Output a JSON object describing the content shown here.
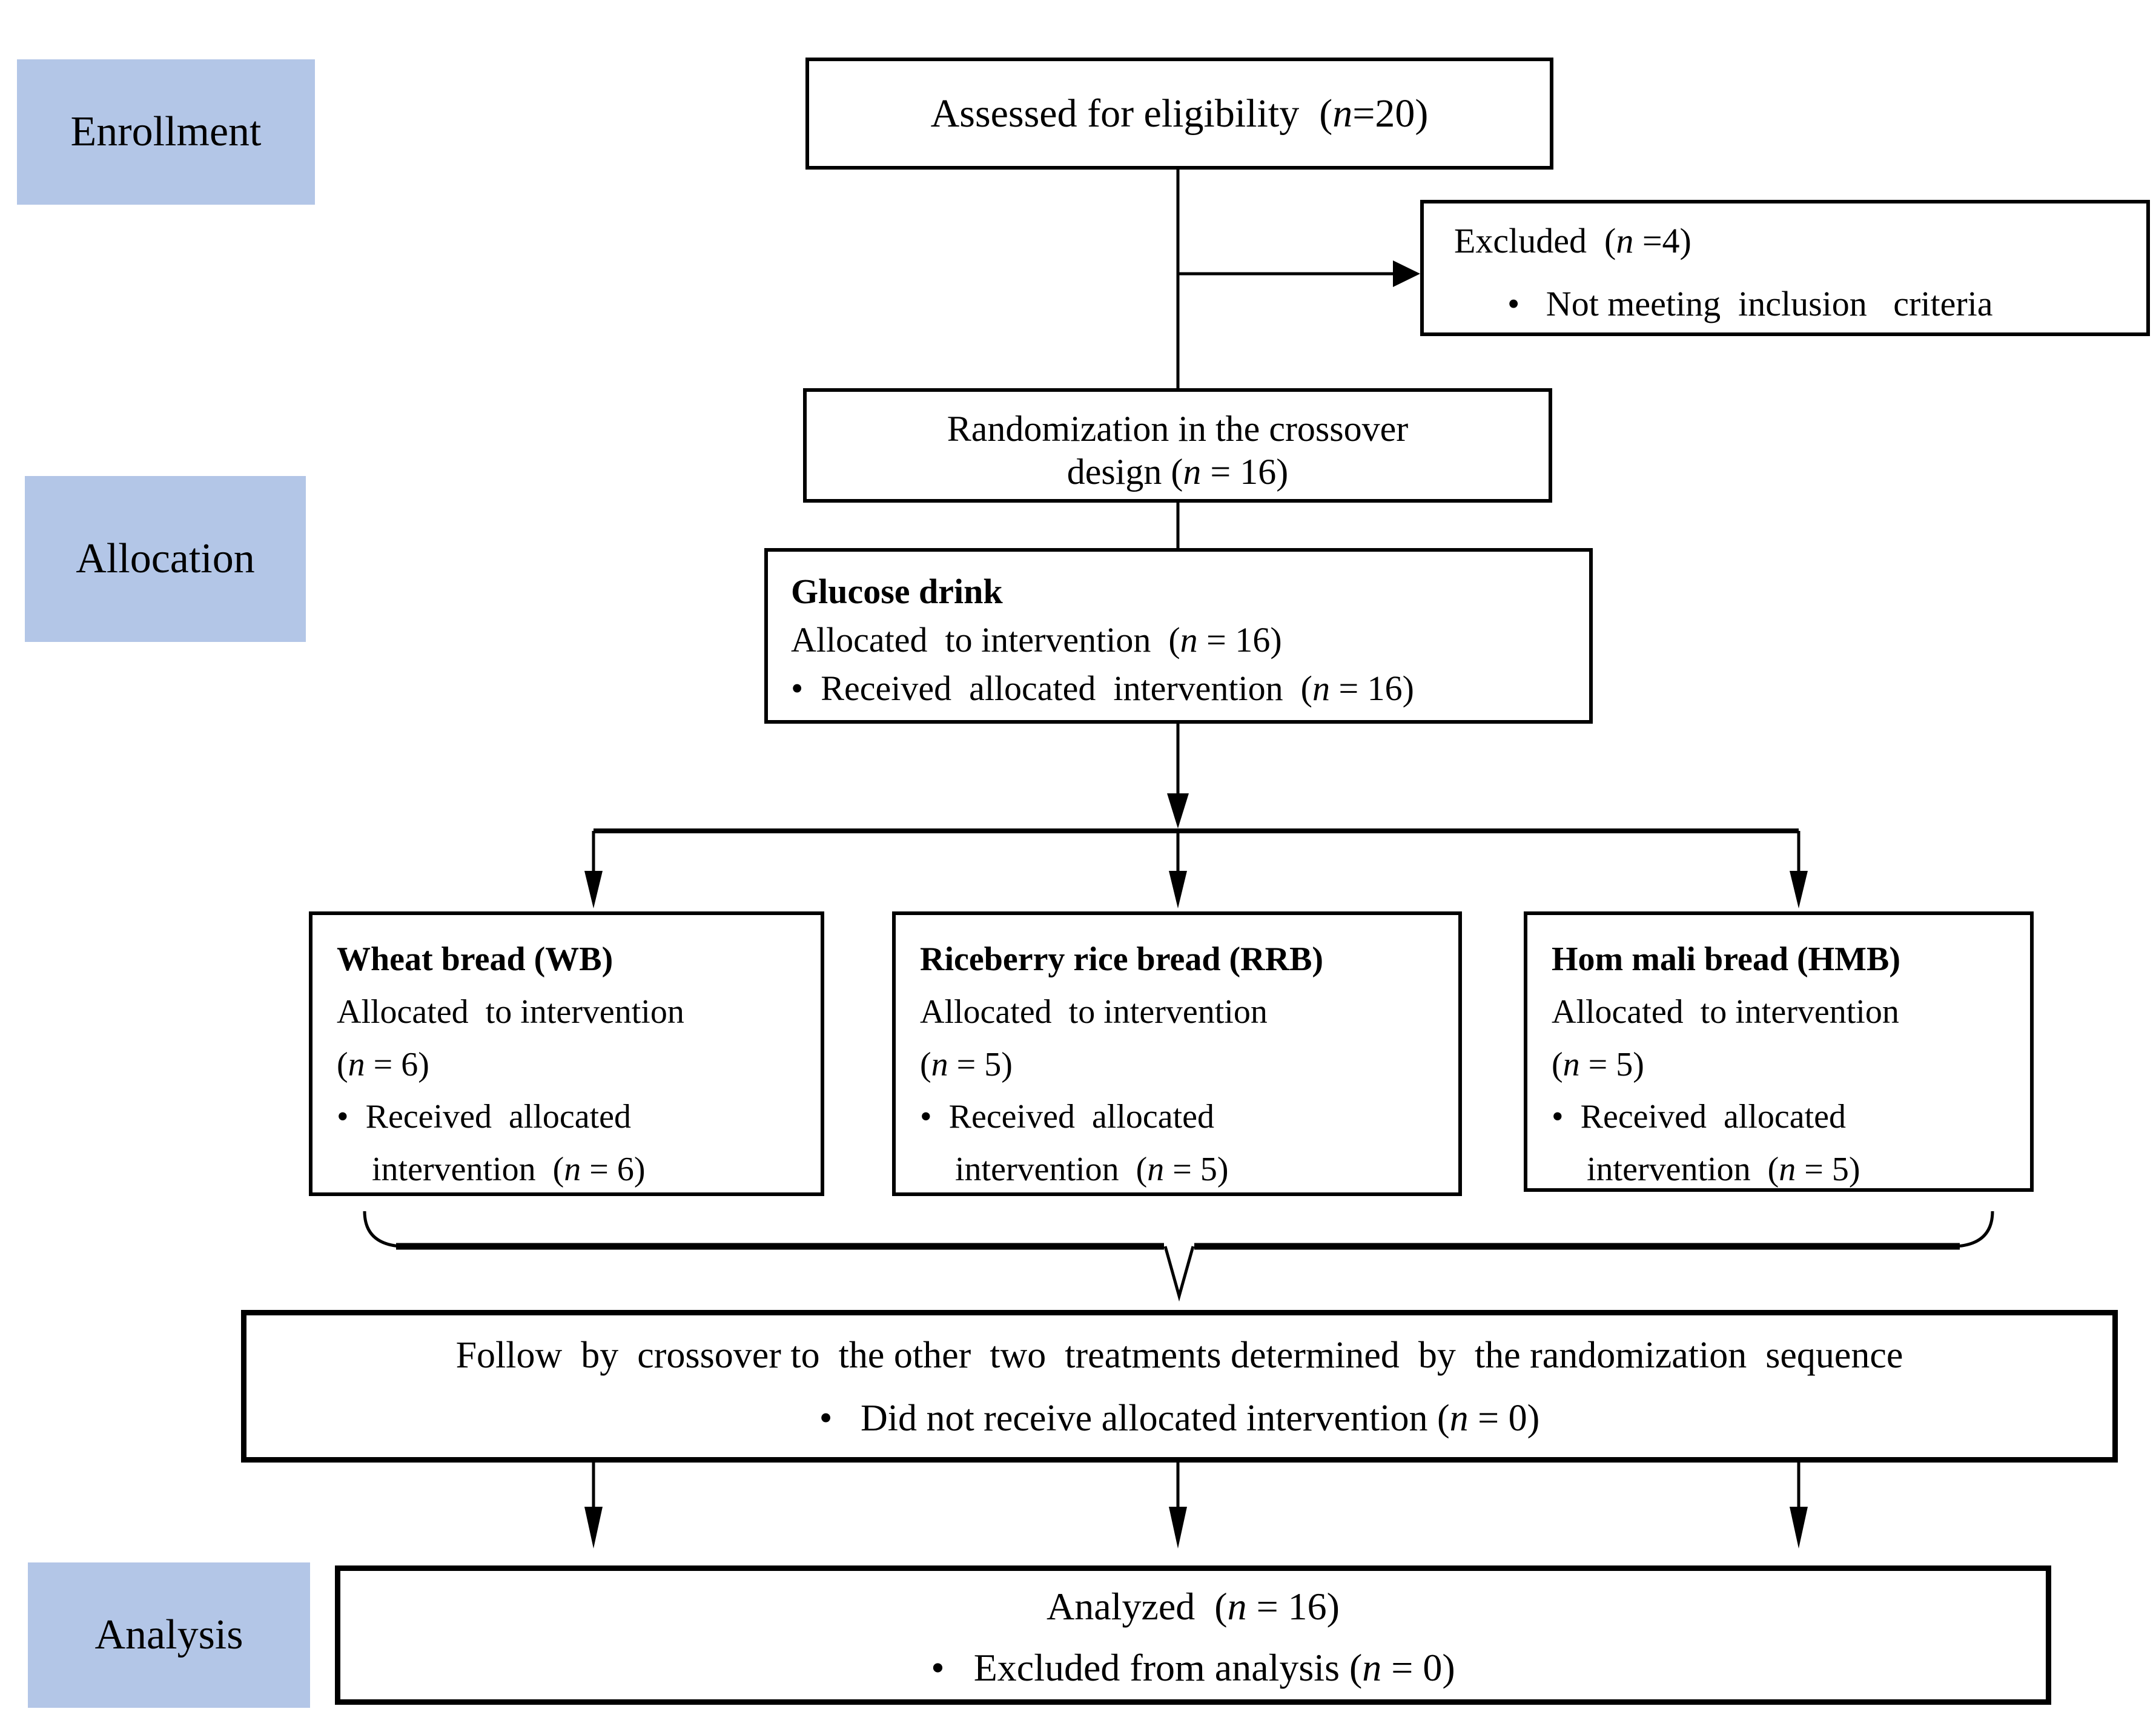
{
  "colors": {
    "stage_label_bg": "#b3c6e7",
    "box_border": "#000000",
    "box_bg": "#ffffff",
    "text": "#000000",
    "connector": "#000000"
  },
  "stage_labels": {
    "enrollment": "Enrollment",
    "allocation": "Allocation",
    "analysis": "Analysis"
  },
  "boxes": {
    "assessed": {
      "text": "Assessed for eligibility  (n=20)"
    },
    "excluded": {
      "line1": "Excluded  (n =4)",
      "line2": "•   Not meeting  inclusion   criteria"
    },
    "randomization": {
      "line1": "Randomization in the crossover",
      "line2": "design (n = 16)"
    },
    "glucose": {
      "title": "Glucose drink",
      "line1": "Allocated  to intervention  (n = 16)",
      "line2": "•  Received  allocated  intervention  (n = 16)"
    },
    "wheat_bread": {
      "title": "Wheat bread (WB)",
      "line1": "Allocated  to intervention",
      "line2": "(n = 6)",
      "line3": "•  Received  allocated",
      "line4": "intervention  (n = 6)"
    },
    "riceberry_bread": {
      "title": "Riceberry rice bread (RRB)",
      "line1": "Allocated  to intervention",
      "line2": "(n = 5)",
      "line3": "•  Received  allocated",
      "line4": "intervention  (n = 5)"
    },
    "hom_mali_bread": {
      "title": "Hom mali bread (HMB)",
      "line1": "Allocated  to intervention",
      "line2": "(n = 5)",
      "line3": "•  Received  allocated",
      "line4": "intervention  (n = 5)"
    },
    "crossover": {
      "line1": "Follow  by  crossover to  the other  two  treatments determined  by  the randomization  sequence",
      "line2": "•   Did not receive allocated intervention (n = 0)"
    },
    "analyzed": {
      "line1": "Analyzed  (n = 16)",
      "line2": "•   Excluded from analysis (n = 0)"
    }
  }
}
